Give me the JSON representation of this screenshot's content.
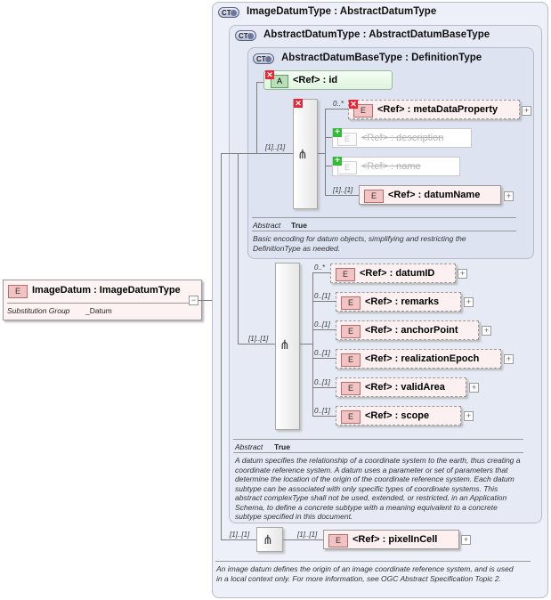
{
  "root": {
    "badge": "E",
    "label": "ImageDatum : ImageDatumType",
    "subst_key": "Substitution Group",
    "subst_val": "_Datum"
  },
  "ct1": {
    "badge": "CT",
    "title": "ImageDatumType : AbstractDatumType",
    "doc": "An image datum defines the origin of an image coordinate reference system, and is used in a local context only. For more information, see OGC Abstract Specification Topic 2.",
    "seq_card": "[1]..[1]",
    "pixel": {
      "card": "[1]..[1]",
      "badge": "E",
      "label": "<Ref>     : pixelInCell"
    }
  },
  "ct2": {
    "badge": "CT",
    "title": "AbstractDatumType : AbstractDatumBaseType",
    "abstract_key": "Abstract",
    "abstract_val": "True",
    "doc": "A datum specifies the relationship of a coordinate system to the earth, thus creating a coordinate reference system. A datum uses a parameter or set of parameters that determine the location of the origin of the coordinate reference system. Each datum subtype can be associated with only specific types of coordinate systems. This abstract complexType shall not be used, extended, or restricted, in an Application Schema, to define a concrete subtype with a meaning equivalent to a concrete subtype specified in this document.",
    "seq_card": "[1]..[1]",
    "elements": [
      {
        "card": "0..*",
        "badge": "E",
        "label": "<Ref>     : datumID"
      },
      {
        "card": "0..[1]",
        "badge": "E",
        "label": "<Ref>     : remarks"
      },
      {
        "card": "0..[1]",
        "badge": "E",
        "label": "<Ref>     : anchorPoint"
      },
      {
        "card": "0..[1]",
        "badge": "E",
        "label": "<Ref>     : realizationEpoch"
      },
      {
        "card": "0..[1]",
        "badge": "E",
        "label": "<Ref>     : validArea"
      },
      {
        "card": "0..[1]",
        "badge": "E",
        "label": "<Ref>     : scope"
      }
    ]
  },
  "ct3": {
    "badge": "CT",
    "title": "AbstractDatumBaseType : DefinitionType",
    "attr": {
      "badge": "A",
      "label": "<Ref>     : id"
    },
    "abstract_key": "Abstract",
    "abstract_val": "True",
    "doc": "Basic encoding for datum objects, simplifying and restricting the DefinitionType as needed.",
    "seq_card": "[1]..[1]",
    "elements": [
      {
        "card": "0..*",
        "badge": "E",
        "label": "<Ref>     : metaDataProperty"
      },
      {
        "card": "",
        "badge": "E",
        "label": "<Ref>     : description"
      },
      {
        "card": "",
        "badge": "E",
        "label": "<Ref>     : name"
      },
      {
        "card": "[1]..[1]",
        "badge": "E",
        "label": "<Ref>     : datumName"
      }
    ]
  },
  "colors": {
    "element_fill": "#fdf0f0",
    "element_badge": "#f3c2c2",
    "frame": "#edf0f8",
    "attr_fill": "#dff4df"
  }
}
